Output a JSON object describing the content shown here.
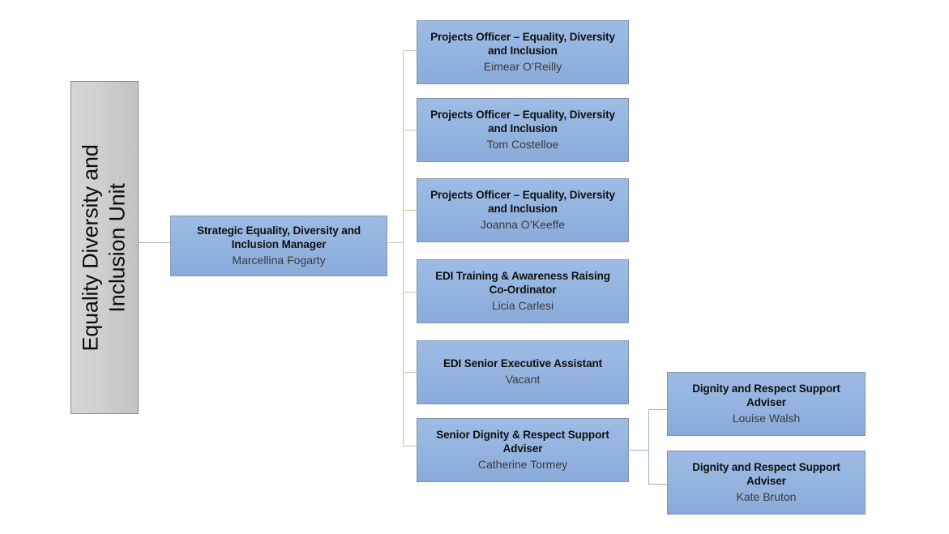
{
  "unit": {
    "label_line1": "Equality Diversity and",
    "label_line2": "Inclusion Unit",
    "label_full": "Equality Diversity and Inclusion Unit"
  },
  "manager": {
    "title_line1": "Strategic Equality, Diversity and",
    "title_line2": "Inclusion Manager",
    "name": "Marcellina Fogarty"
  },
  "reports": [
    {
      "title_line1": "Projects Officer – Equality, Diversity",
      "title_line2": "and Inclusion",
      "name": "Eimear O’Reilly"
    },
    {
      "title_line1": "Projects Officer – Equality, Diversity",
      "title_line2": "and Inclusion",
      "name": "Tom Costelloe"
    },
    {
      "title_line1": "Projects Officer – Equality, Diversity",
      "title_line2": "and Inclusion",
      "name": "Joanna O’Keeffe"
    },
    {
      "title_line1": "EDI Training & Awareness Raising",
      "title_line2": "Co-Ordinator",
      "name": "Licia Carlesi"
    },
    {
      "title_line1": "EDI Senior Executive Assistant",
      "title_line2": "",
      "name": "Vacant"
    },
    {
      "title_line1": "Senior Dignity & Respect Support",
      "title_line2": "Adviser",
      "name": "Catherine Tormey"
    }
  ],
  "sub_reports": [
    {
      "title_line1": "Dignity and Respect Support",
      "title_line2": "Adviser",
      "name": "Louise Walsh"
    },
    {
      "title_line1": "Dignity and Respect Support",
      "title_line2": "Adviser",
      "name": "Kate Bruton"
    }
  ],
  "colors": {
    "node_fill": "#93b3df",
    "node_border": "#8295ad",
    "banner_fill": "#cfcfcf",
    "banner_border": "#8e8e8e",
    "connector_green": "#b6cf9a",
    "connector_blue": "#9fb4cc",
    "title_text": "#101010",
    "name_text": "#3b3b3b"
  }
}
